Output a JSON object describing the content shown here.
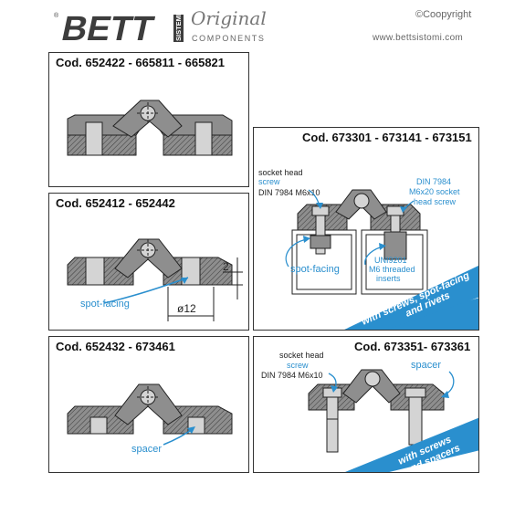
{
  "header": {
    "logo_text": "BETT",
    "logo_side": "SISTEMI",
    "original": "Original",
    "components": "COMPONENTS",
    "copyright": "©Coopyright",
    "website": "www.bettsistomi.com"
  },
  "panels": [
    {
      "title": "Cod. 652422 - 665811 - 665821"
    },
    {
      "title": "Cod. 652412 - 652442",
      "labels": {
        "spot_facing": "spot-facing",
        "dim_height": "2",
        "dim_width": "ø12"
      }
    },
    {
      "title": "Cod. 652432 - 673461",
      "labels": {
        "spacer": "spacer"
      }
    },
    {
      "title": "Cod. 673301 - 673141 - 673151",
      "labels": {
        "socket_head": "socket head",
        "screw": "screw",
        "din_left": "DIN 7984 M6x10",
        "din_right_1": "DIN 7984",
        "din_right_2": "M6x20 socket",
        "din_right_3": "head screw",
        "spot_facing": "spot-facing",
        "uni_1": "UNI9201",
        "uni_2": "M6 threaded",
        "uni_3": "inserts"
      },
      "ribbon": [
        "with screws, spot-facing",
        "and rivets"
      ]
    },
    {
      "title": "Cod. 673351- 673361",
      "labels": {
        "socket_head": "socket head",
        "screw": "screw",
        "din_left": "DIN 7984 M6x10",
        "spacer": "spacer"
      },
      "ribbon": [
        "with screws",
        "and spacers"
      ]
    }
  ],
  "colors": {
    "accent_blue": "#2a8fce",
    "part_gray": "#8e8e8e",
    "part_light": "#d4d4d4",
    "ink": "#222222"
  }
}
